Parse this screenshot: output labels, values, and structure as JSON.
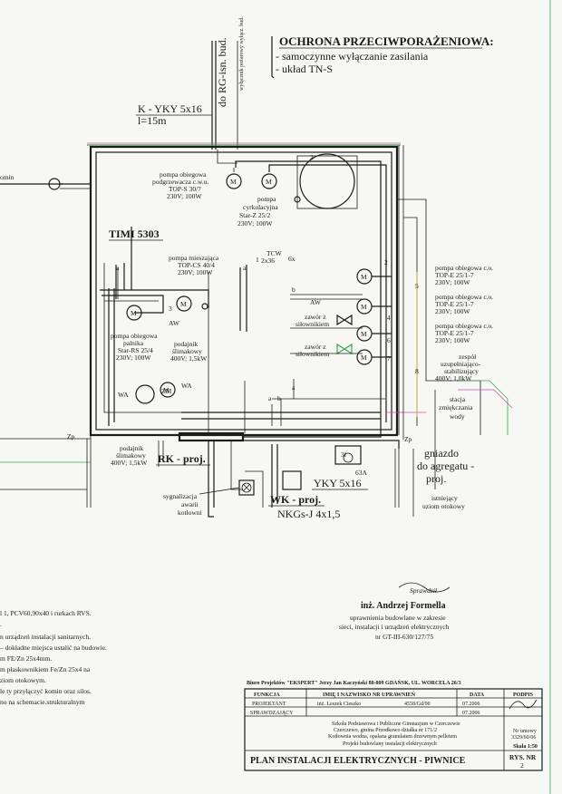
{
  "protection": {
    "heading": "OCHRONA PRZECIWPORAŻENIOWA:",
    "line1": "- samoczynne wyłączanie zasilania",
    "line2": "- układ TN-S"
  },
  "feed": {
    "rg_label": "do RG-isn. bud.",
    "rg_small": "wyłącznik pożarowy wyłącz. bud.",
    "cable": "K - YKY 5x16",
    "length": "l=15m",
    "left_label": "omin"
  },
  "controller": "TIMI 5303",
  "pumps": {
    "p1": [
      "pompa obiegowa",
      "podgrzewacza c.w.u.",
      "TOP-S 30/7",
      "230V; 100W"
    ],
    "p2": [
      "pompa",
      "cyrkulacyjna",
      "Star-Z 25/2",
      "230V; 100W"
    ],
    "p3": [
      "pompa mieszająca",
      "TOP-CS 40/4",
      "230V; 100W"
    ],
    "p4": [
      "pompa obiegowa",
      "palnika",
      "Star-RS 25/4",
      "230V; 100W"
    ],
    "p5": [
      "podajnik",
      "ślimakowy",
      "400V; 1,5kW"
    ],
    "p6": [
      "pompa obiegowa c.o.",
      "TOP-E 25/1-7",
      "230V; 100W"
    ],
    "p7": [
      "pompa obiegowa c.o.",
      "TOP-E 25/1-7",
      "230V; 100W"
    ],
    "p8": [
      "pompa obiegowa c.o.",
      "TOP-E 25/1-7",
      "230V; 100W"
    ],
    "p9": [
      "zespół",
      "uzupełniająco-",
      "stabilizujący",
      "400V; 1,0kW"
    ],
    "valve": [
      "zawór z",
      "siłownikiem"
    ],
    "softener": [
      "stacja",
      "zmiękczania",
      "wody"
    ],
    "feeder_bottom": [
      "podajnik",
      "ślimakowy",
      "400V; 1,5kW"
    ],
    "signal": [
      "sygnalizacja",
      "awarii",
      "kotłowni"
    ]
  },
  "misc": {
    "tcw": "TCW",
    "tcw_cable": "2x36",
    "six": "6x",
    "aw": "AW",
    "wa": "WA",
    "zm": "ZM",
    "zp": "Zp",
    "letter_a": "a",
    "letter_b": "b",
    "numbers": [
      "1",
      "2",
      "3",
      "4",
      "5",
      "6",
      "7",
      "8"
    ],
    "fuse": "3f",
    "fuse_rating": "63A",
    "rk": "RK - proj.",
    "wk": "WK - proj.",
    "yky2": "YKY 5x16",
    "nkgs": "NKGs-J 4x1,5",
    "socket": [
      "gniazdo",
      "do agregatu -",
      "proj."
    ],
    "earth": [
      "istniejący",
      "uziom otokowy"
    ]
  },
  "notes": [
    "l 1, PCV60,90x40 i rurkach RVS.",
    ".",
    "n urządzeń instalacji sanitarnych.",
    "– dokładne miejsca ustalić na budowie.",
    "m FE/Zn 25x4mm.",
    "m płaskownikiem Fe/Zn 25x4 na",
    "ziom otokowym.",
    "le ty przyłączyć komin oraz silos.",
    "no na schemacie.strukturalnym"
  ],
  "signature": {
    "script": "Sprawdził",
    "name": "inż. Andrzej Formella",
    "line1": "uprawnienia budowlane w zakresie",
    "line2": "sieci, instalacji i urządzeń elektrycznych",
    "line3": "nr GT-III-630/127/75"
  },
  "title_block": {
    "bureau": "Biuro Projektów \"EKSPERT\"  Jerzy Jan Kaczyński 80-809 GDAŃSK, UL. WORCELA 26/3",
    "h_function": "FUNKCJA",
    "h_name": "IMIĘ I NAZWISKO NR UPRAWNIEŃ",
    "h_date": "DATA",
    "h_sign": "PODPIS",
    "row1_func": "PROJEKTANT",
    "row1_name": "inż. Leszek Cieszko",
    "row1_lic": "4558/Gd/90",
    "row1_date": "07.2006",
    "row2_func": "SPRAWDZAJĄCY",
    "row2_date": "07.2006",
    "project_line1": "Szkoła Podstawowa i Publiczne Gimnazjum w Czerczewie",
    "project_line2": "Czerczewo, gmina Przodkowo działka nr 171/2",
    "project_line3": "Kotłownia wodna, opalana granulatem drzewnym pelletem",
    "project_line4": "Projekt budowlany instalacji elektrycznych",
    "contract_label": "Nr umowy",
    "contract_no": "3329/60/06",
    "scale": "Skala 1:50",
    "drawing_title": "PLAN INSTALACJI ELEKTRYCZNYCH - PIWNICE",
    "rys_label": "RYS. NR",
    "rys_no": "2"
  }
}
